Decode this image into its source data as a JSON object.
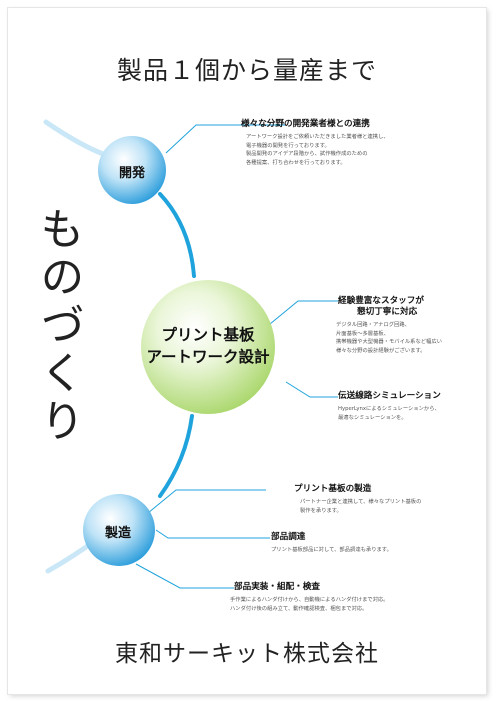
{
  "headline": "製品１個から量産まで",
  "vertical_text": "ものづくり",
  "nodes": {
    "top": {
      "label": "開発"
    },
    "center": {
      "line1": "プリント基板",
      "line2": "アートワーク設計"
    },
    "bottom": {
      "label": "製造"
    }
  },
  "items": {
    "cooperation": {
      "title": "様々な分野の開発業者様との連携",
      "lines": [
        "アートワーク設計をご依頼いただきました業者様と連携し、",
        "電子機器の開発を行っております。",
        "製品開発のアイデア段階から、試作機作成のための",
        "各種提案、打ち合わせを行っております。"
      ]
    },
    "staff": {
      "title1": "経験豊富なスタッフが",
      "title2": "懇切丁寧に対応",
      "lines": [
        "デジタル回路・アナログ回路、",
        "片面基板～多層基板、",
        "携帯機器や大型機器・モバイル系など幅広い",
        "様々な分野の設計経験がございます。"
      ]
    },
    "simulation": {
      "title": "伝送線路シミュレーション",
      "lines": [
        "HyperLynxによるシミュレーションから、",
        "最適なシミュレーションを。"
      ]
    },
    "pcb": {
      "title": "プリント基板の製造",
      "lines": [
        "パートナー企業と連携して、様々なプリント基板の",
        "製作を承ります。"
      ]
    },
    "parts": {
      "title": "部品調達",
      "lines": [
        "プリント基板部品に対して、部品調達も承ります。"
      ]
    },
    "assembly": {
      "title": "部品実装・組配・検査",
      "lines": [
        "手作業によるハンダ付けから、自動機によるハンダ付けまで対応。",
        "ハンダ付け後の組み立て、動作確認検査、梱包まで対応。"
      ]
    }
  },
  "company": "東和サーキット株式会社",
  "colors": {
    "accent": "#1fa3dc",
    "node_blue": "#2b9ddb",
    "node_green": "#a8d86a"
  }
}
